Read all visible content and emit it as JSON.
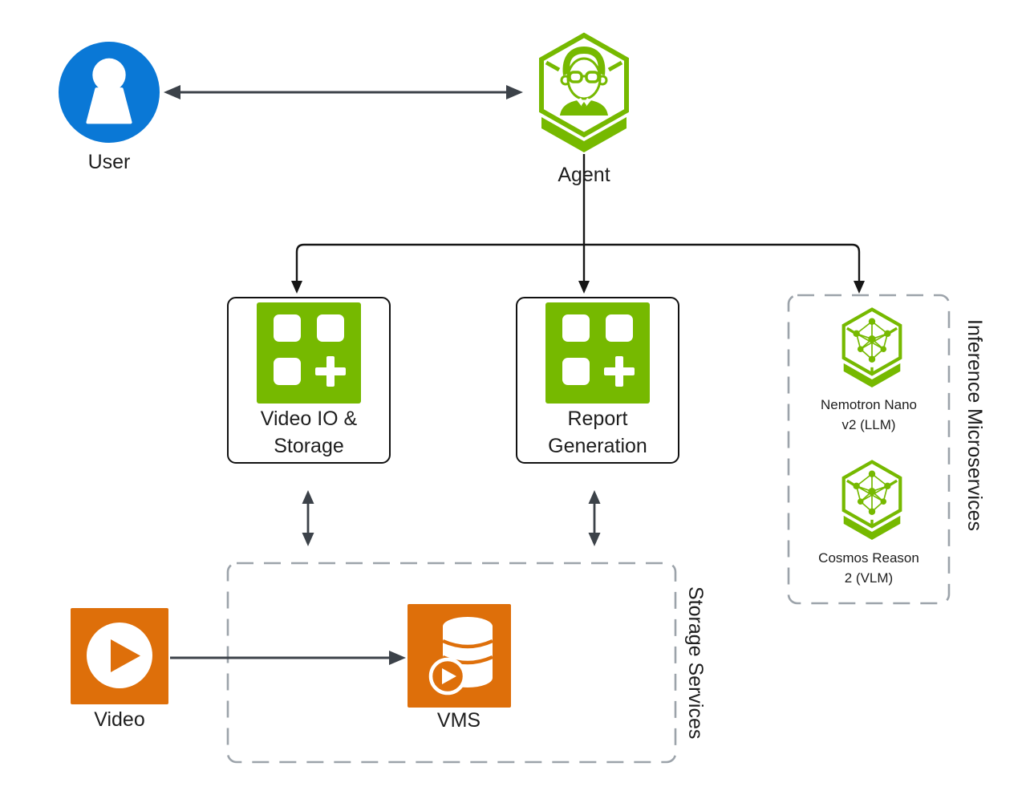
{
  "colors": {
    "nvidia_green": "#76B900",
    "icon_orange": "#DE6F0A",
    "user_blue": "#0A78D6",
    "connector_dark": "#3C4249",
    "tree_black": "#161616",
    "dashed_gray": "#9CA3AA",
    "text_dark": "#1E1E1E",
    "box_border": "#111111"
  },
  "nodes": {
    "user": {
      "label": "User",
      "icon": "person-icon"
    },
    "agent": {
      "label": "Agent",
      "icon": "agent-hexagon-icon"
    },
    "video_io": {
      "line1": "Video IO &",
      "line2": "Storage",
      "icon": "app-squares-plus-icon"
    },
    "report": {
      "line1": "Report",
      "line2": "Generation",
      "icon": "app-squares-plus-icon"
    },
    "nemotron": {
      "line1": "Nemotron Nano",
      "line2": "v2 (LLM)",
      "icon": "nim-hexagon-network-icon"
    },
    "cosmos": {
      "line1": "Cosmos Reason",
      "line2": "2 (VLM)",
      "icon": "nim-hexagon-network-icon"
    },
    "vms": {
      "label": "VMS",
      "icon": "database-play-icon"
    },
    "video": {
      "label": "Video",
      "icon": "video-play-icon"
    }
  },
  "groups": {
    "inference": {
      "label": "Inference Microservices"
    },
    "storage": {
      "label": "Storage Services"
    }
  },
  "edges": [
    {
      "from": "user",
      "to": "agent",
      "type": "bidirectional"
    },
    {
      "from": "agent",
      "to": "video_io",
      "type": "arrow"
    },
    {
      "from": "agent",
      "to": "report",
      "type": "arrow"
    },
    {
      "from": "agent",
      "to": "inference",
      "type": "arrow"
    },
    {
      "from": "video_io",
      "to": "storage",
      "type": "bidirectional"
    },
    {
      "from": "report",
      "to": "storage",
      "type": "bidirectional"
    },
    {
      "from": "video",
      "to": "vms",
      "type": "arrow"
    }
  ]
}
